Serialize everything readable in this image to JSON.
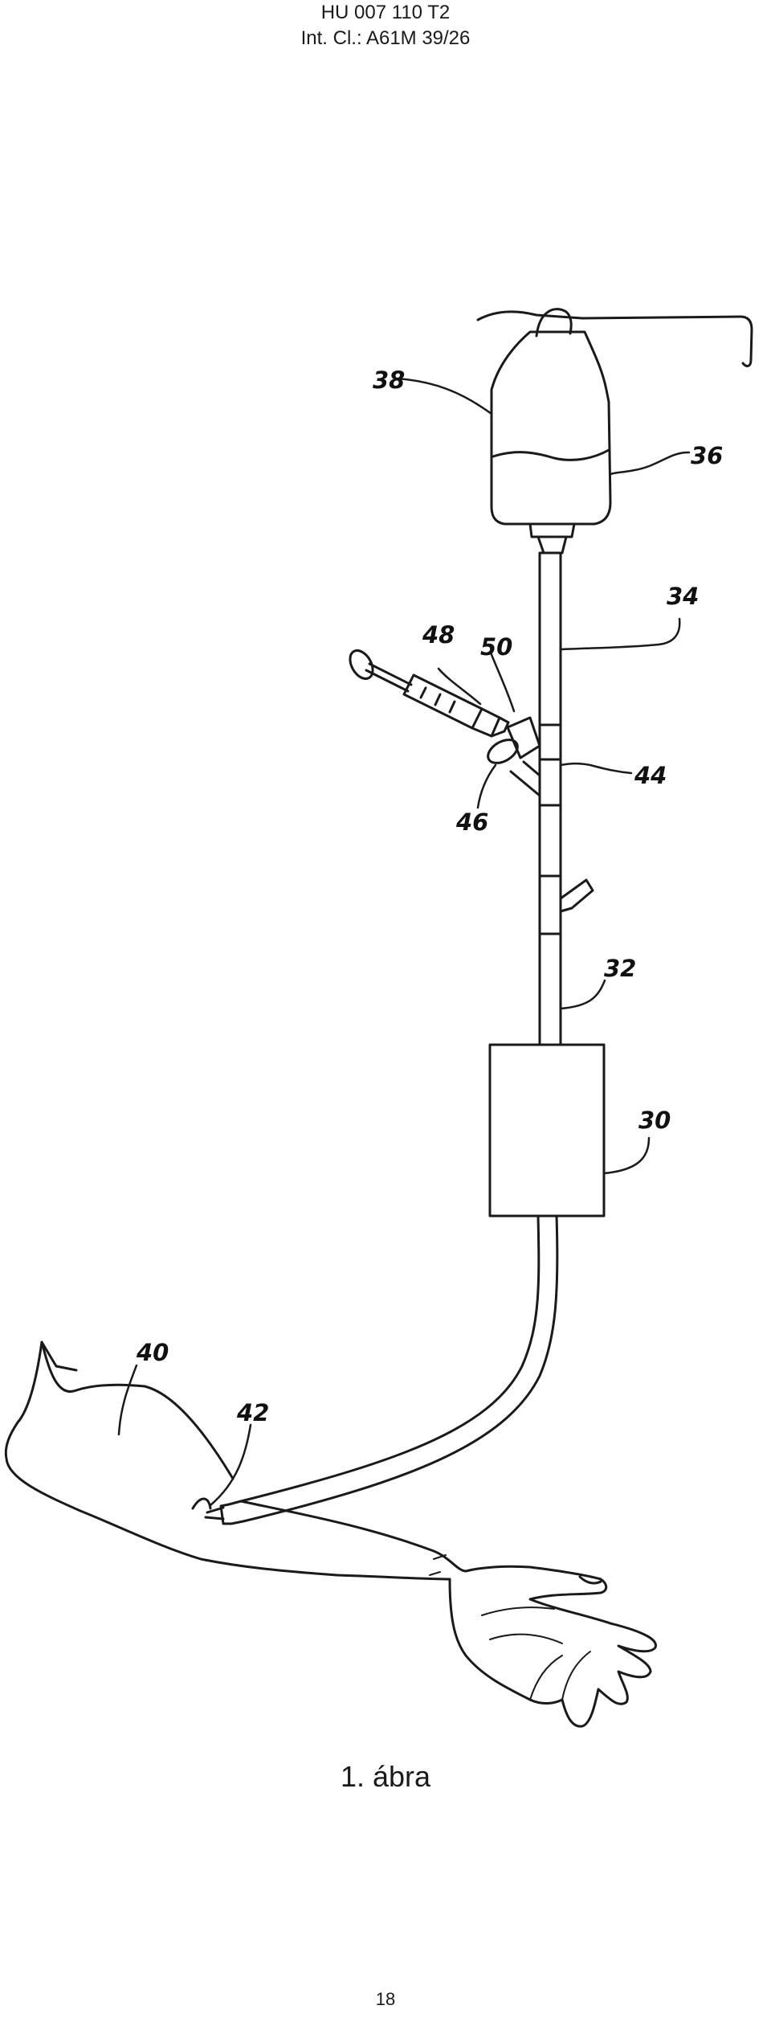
{
  "header": {
    "doc_number": "HU 007 110 T2",
    "classification": "Int. Cl.: A61M 39/26"
  },
  "figure": {
    "caption": "1. ábra",
    "labels": {
      "l30": "30",
      "l32": "32",
      "l34": "34",
      "l36": "36",
      "l38": "38",
      "l40": "40",
      "l42": "42",
      "l44": "44",
      "l46": "46",
      "l48": "48",
      "l50": "50"
    }
  },
  "footer": {
    "page_number": "18"
  }
}
